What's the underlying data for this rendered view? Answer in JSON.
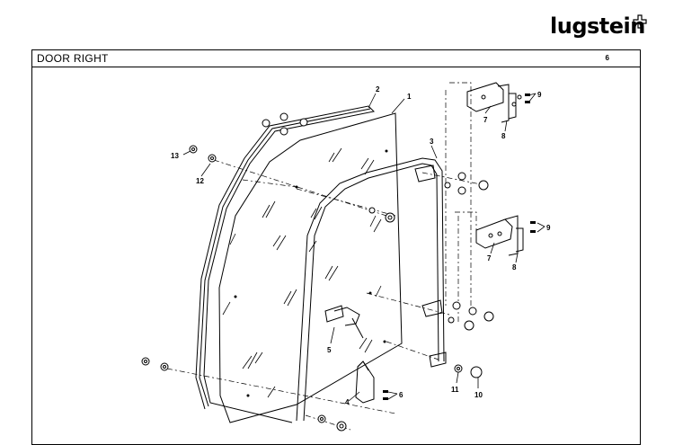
{
  "brand": {
    "name": "lugstein",
    "mark": "cross-icon"
  },
  "header": {
    "title": "DOOR  RIGHT",
    "page_number": "6"
  },
  "callouts": [
    "1",
    "2",
    "3",
    "4",
    "5",
    "6",
    "7",
    "8",
    "9",
    "10",
    "11",
    "12",
    "13",
    "7",
    "8",
    "9"
  ]
}
